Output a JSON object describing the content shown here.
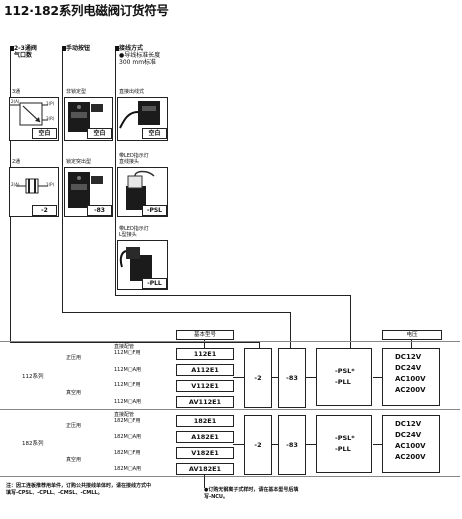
{
  "page": {
    "title": "112·182系列电磁阀订货符号"
  },
  "headers": {
    "ports": [
      "2-3通阀",
      "气口数"
    ],
    "manual": "手动按钮",
    "wiring": [
      "接线方式",
      "●导线标准长度",
      "300 mm标准"
    ]
  },
  "ports": {
    "three_way_label": "3通",
    "two_way_label": "2通",
    "three_way_code": "空白",
    "two_way_code": "-2",
    "pins_3": [
      "2(A)",
      "1(P)",
      "3(R)"
    ],
    "pins_2": [
      "2(A)",
      "1(P)"
    ]
  },
  "manual": {
    "locking_label": "非锁定型",
    "locking_code": "空白",
    "protrude_label": "锁定突出型",
    "protrude_code": "-83"
  },
  "wiring": {
    "direct_label": "直接出线式",
    "direct_code": "空白",
    "straight_label": [
      "带LED指示灯",
      "直线接头"
    ],
    "straight_code": "-PSL",
    "lshape_label": [
      "带LED指示灯",
      "L型接头"
    ],
    "lshape_code": "-PLL"
  },
  "table": {
    "model_header": "基本型号",
    "voltage_header": "电压",
    "groups": [
      {
        "series": "112系列",
        "sub": [
          {
            "type": "正压用",
            "rows": [
              {
                "desc": [
                  "直接配管",
                  "112M□F用"
                ],
                "model": "112E1"
              },
              {
                "desc": [
                  "112M□A用"
                ],
                "model": "A112E1"
              }
            ]
          },
          {
            "type": "真空用",
            "rows": [
              {
                "desc": [
                  "112M□F用"
                ],
                "model": "V112E1"
              },
              {
                "desc": [
                  "112M□A用"
                ],
                "model": "AV112E1"
              }
            ]
          }
        ],
        "port_code": "-2",
        "manual_code": "-83",
        "wiring_codes": [
          "-PSL*",
          "-PLL"
        ],
        "voltages": [
          "DC12V",
          "DC24V",
          "AC100V",
          "AC200V"
        ]
      },
      {
        "series": "182系列",
        "sub": [
          {
            "type": "正压用",
            "rows": [
              {
                "desc": [
                  "直接配管",
                  "182M□F用"
                ],
                "model": "182E1"
              },
              {
                "desc": [
                  "182M□A用"
                ],
                "model": "A182E1"
              }
            ]
          },
          {
            "type": "真空用",
            "rows": [
              {
                "desc": [
                  "182M□F用"
                ],
                "model": "V182E1"
              },
              {
                "desc": [
                  "182M□A用"
                ],
                "model": "AV182E1"
              }
            ]
          }
        ],
        "port_code": "-2",
        "manual_code": "-83",
        "wiring_codes": [
          "-PSL*",
          "-PLL"
        ],
        "voltages": [
          "DC12V",
          "DC24V",
          "AC100V",
          "AC200V"
        ]
      }
    ]
  },
  "notes": {
    "left": [
      "注：因工连板推荐用单件，订购公共接线单体时，请在接线方式中",
      "填写-CPSL、-CPLL、-CMSL、-CMLL。"
    ],
    "right": [
      "●订购无钢离子式样时，请在基本型号后填",
      "写-NCU。"
    ]
  }
}
